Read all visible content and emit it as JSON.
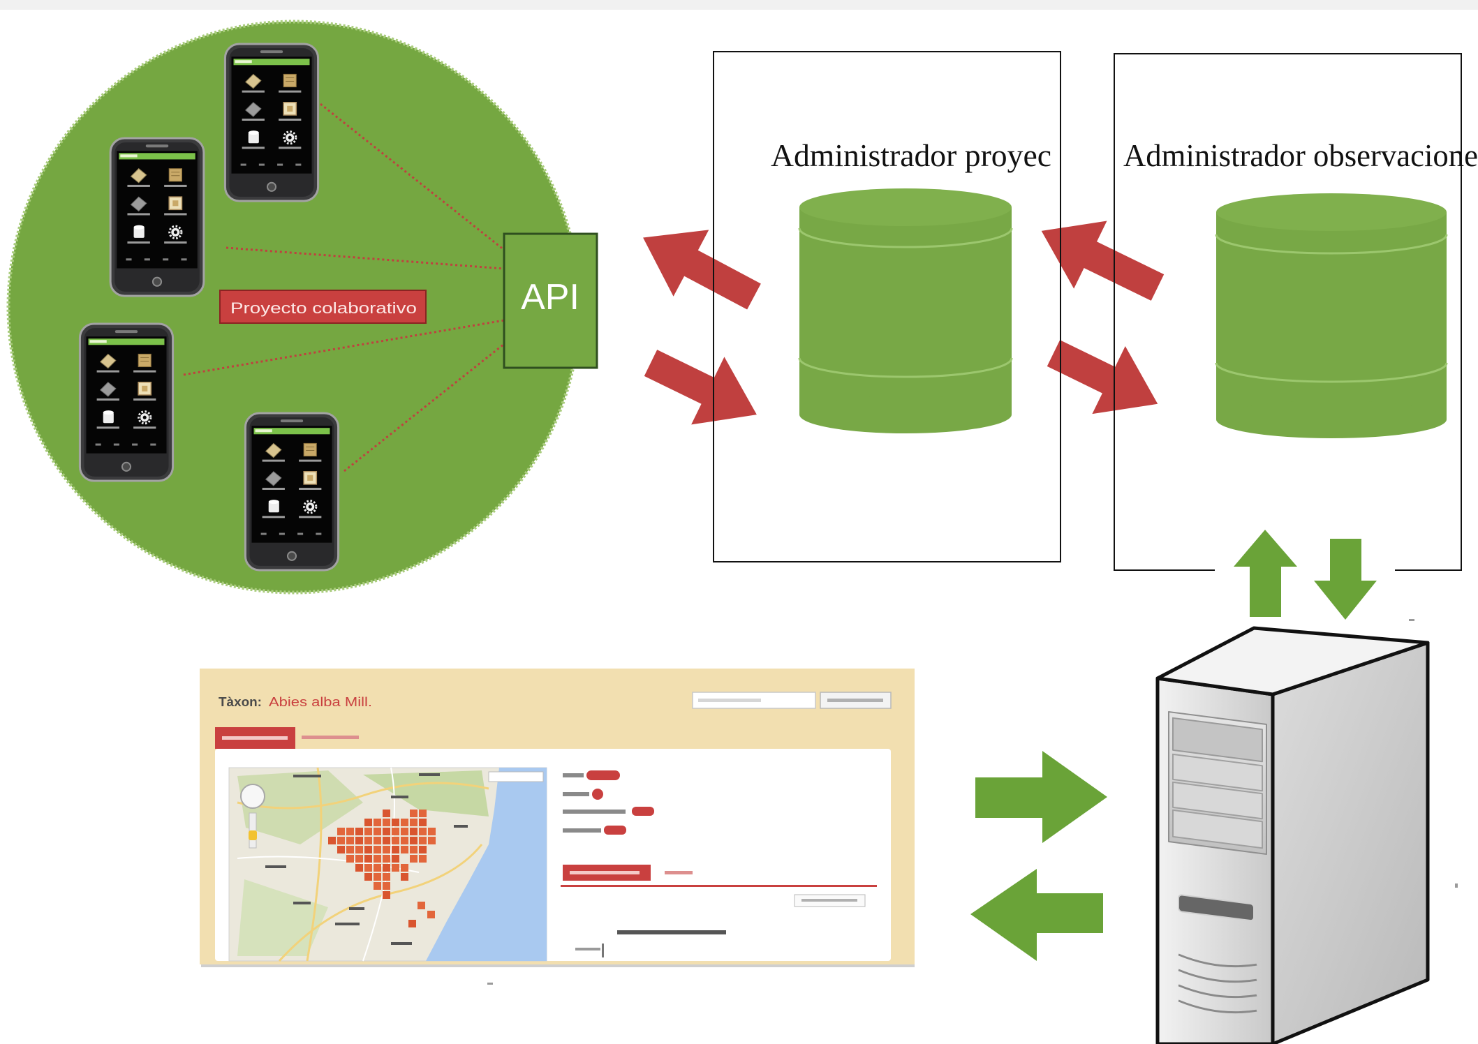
{
  "diagram": {
    "collaborative_group": {
      "label": "Proyecto colaborativo",
      "api": "API"
    },
    "project_manager": {
      "label": "Administrador proyec"
    },
    "observation_manager": {
      "label": "Administrador observacione"
    },
    "web_portal": {
      "taxon_prefix": "Tàxon:",
      "taxon_name": "Abies alba Mill."
    }
  },
  "colors": {
    "group_green": "#75a741",
    "database_green": "#78a846",
    "api_green": "#76a843",
    "flow_red": "#c0403f",
    "flow_green": "#6aa338",
    "label_red": "#c9403f",
    "portal_beige": "#f2dfb0",
    "map_sea": "#a9c9f0",
    "distribution_orange": "#e2663b"
  },
  "icons": {
    "client": "smartphone-icon",
    "storage": "database-icon",
    "host": "server-tower-icon"
  }
}
